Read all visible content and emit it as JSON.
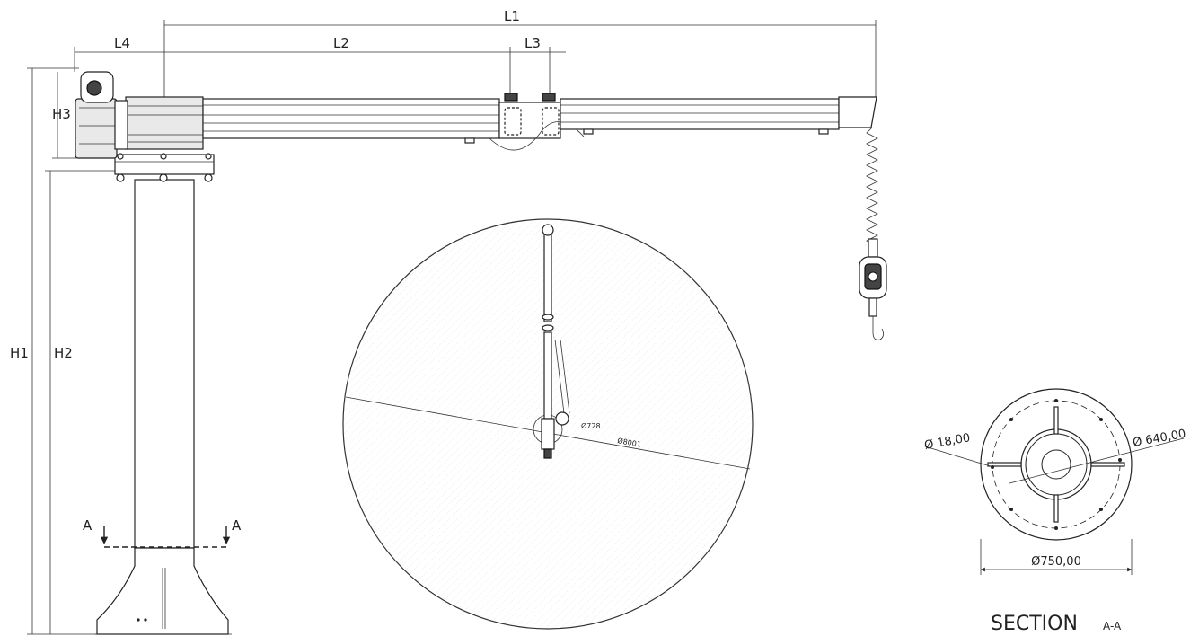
{
  "elevation": {
    "dims": {
      "L1": "L1",
      "L2": "L2",
      "L3": "L3",
      "L4": "L4",
      "H1": "H1",
      "H2": "H2",
      "H3": "H3"
    },
    "section_marker": {
      "left": "A",
      "right": "A"
    }
  },
  "plan_view": {
    "inner_diameter_label": "Ø728",
    "outer_diameter_label": "Ø8001"
  },
  "section": {
    "bolt_hole_label": "Ø 18,00",
    "bolt_circle_label": "Ø 640,00",
    "base_diameter_label": "Ø750,00",
    "title": "SECTION",
    "subtitle": "A-A"
  },
  "colors": {
    "line": "#222222",
    "hatch": "#d9d9d9",
    "background": "#ffffff"
  }
}
